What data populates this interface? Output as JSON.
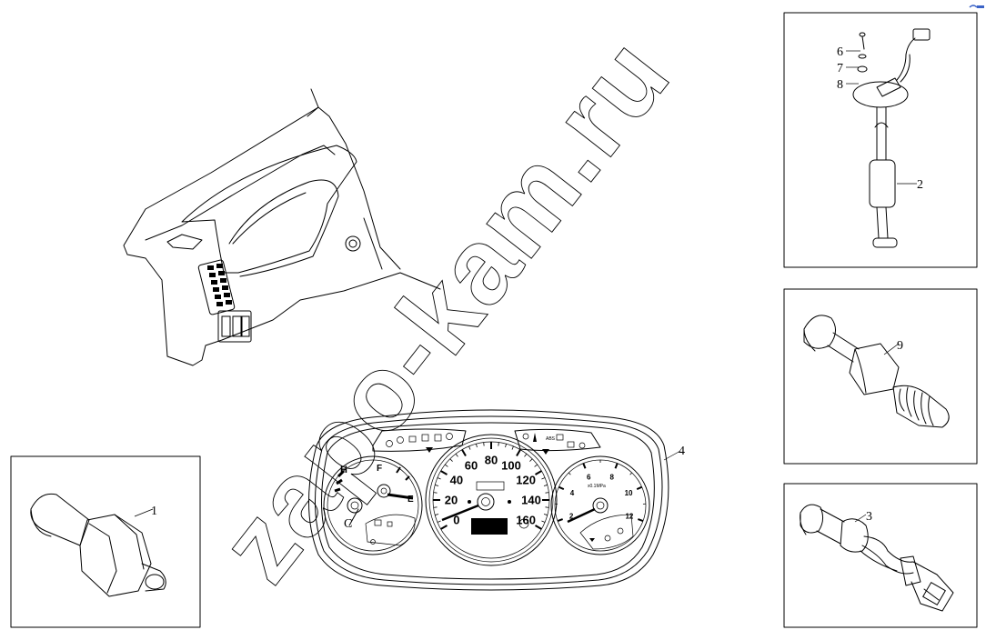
{
  "watermark": "zapo-kam.ru",
  "callouts": {
    "sensor_temp": "1",
    "fuel_sender": "2",
    "speed_sensor": "3",
    "instrument_cluster": "4",
    "screw": "6",
    "washer": "7",
    "gasket": "8",
    "oil_pressure_sensor": "9"
  },
  "gauges": {
    "temp_hot": "H",
    "temp_cold": "C",
    "fuel_full": "F",
    "fuel_empty": "E",
    "speedo_ticks": [
      "0",
      "20",
      "40",
      "60",
      "80",
      "100",
      "120",
      "140",
      "160"
    ],
    "tacho_ticks": [
      "2",
      "4",
      "6",
      "8",
      "10",
      "12"
    ],
    "tacho_unit": "x0.1MPa",
    "abs_label": "ABS"
  }
}
